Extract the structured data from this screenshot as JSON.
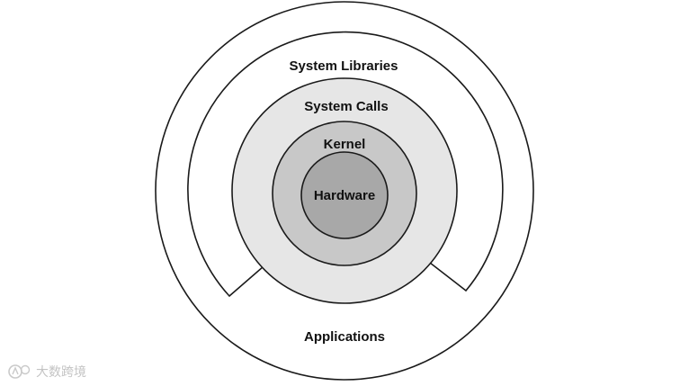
{
  "diagram": {
    "layers": {
      "applications": "Applications",
      "system_libraries": "System Libraries",
      "system_calls": "System Calls",
      "kernel": "Kernel",
      "hardware": "Hardware"
    },
    "colors": {
      "outline": "#1a1a1a",
      "applications_fill": "#ffffff",
      "libraries_fill": "#ffffff",
      "syscalls_fill": "#e6e6e6",
      "kernel_fill": "#c8c8c8",
      "hardware_fill": "#a8a8a8"
    }
  },
  "watermark": {
    "text": "大数跨境",
    "icon": "watermark-logo-icon"
  }
}
